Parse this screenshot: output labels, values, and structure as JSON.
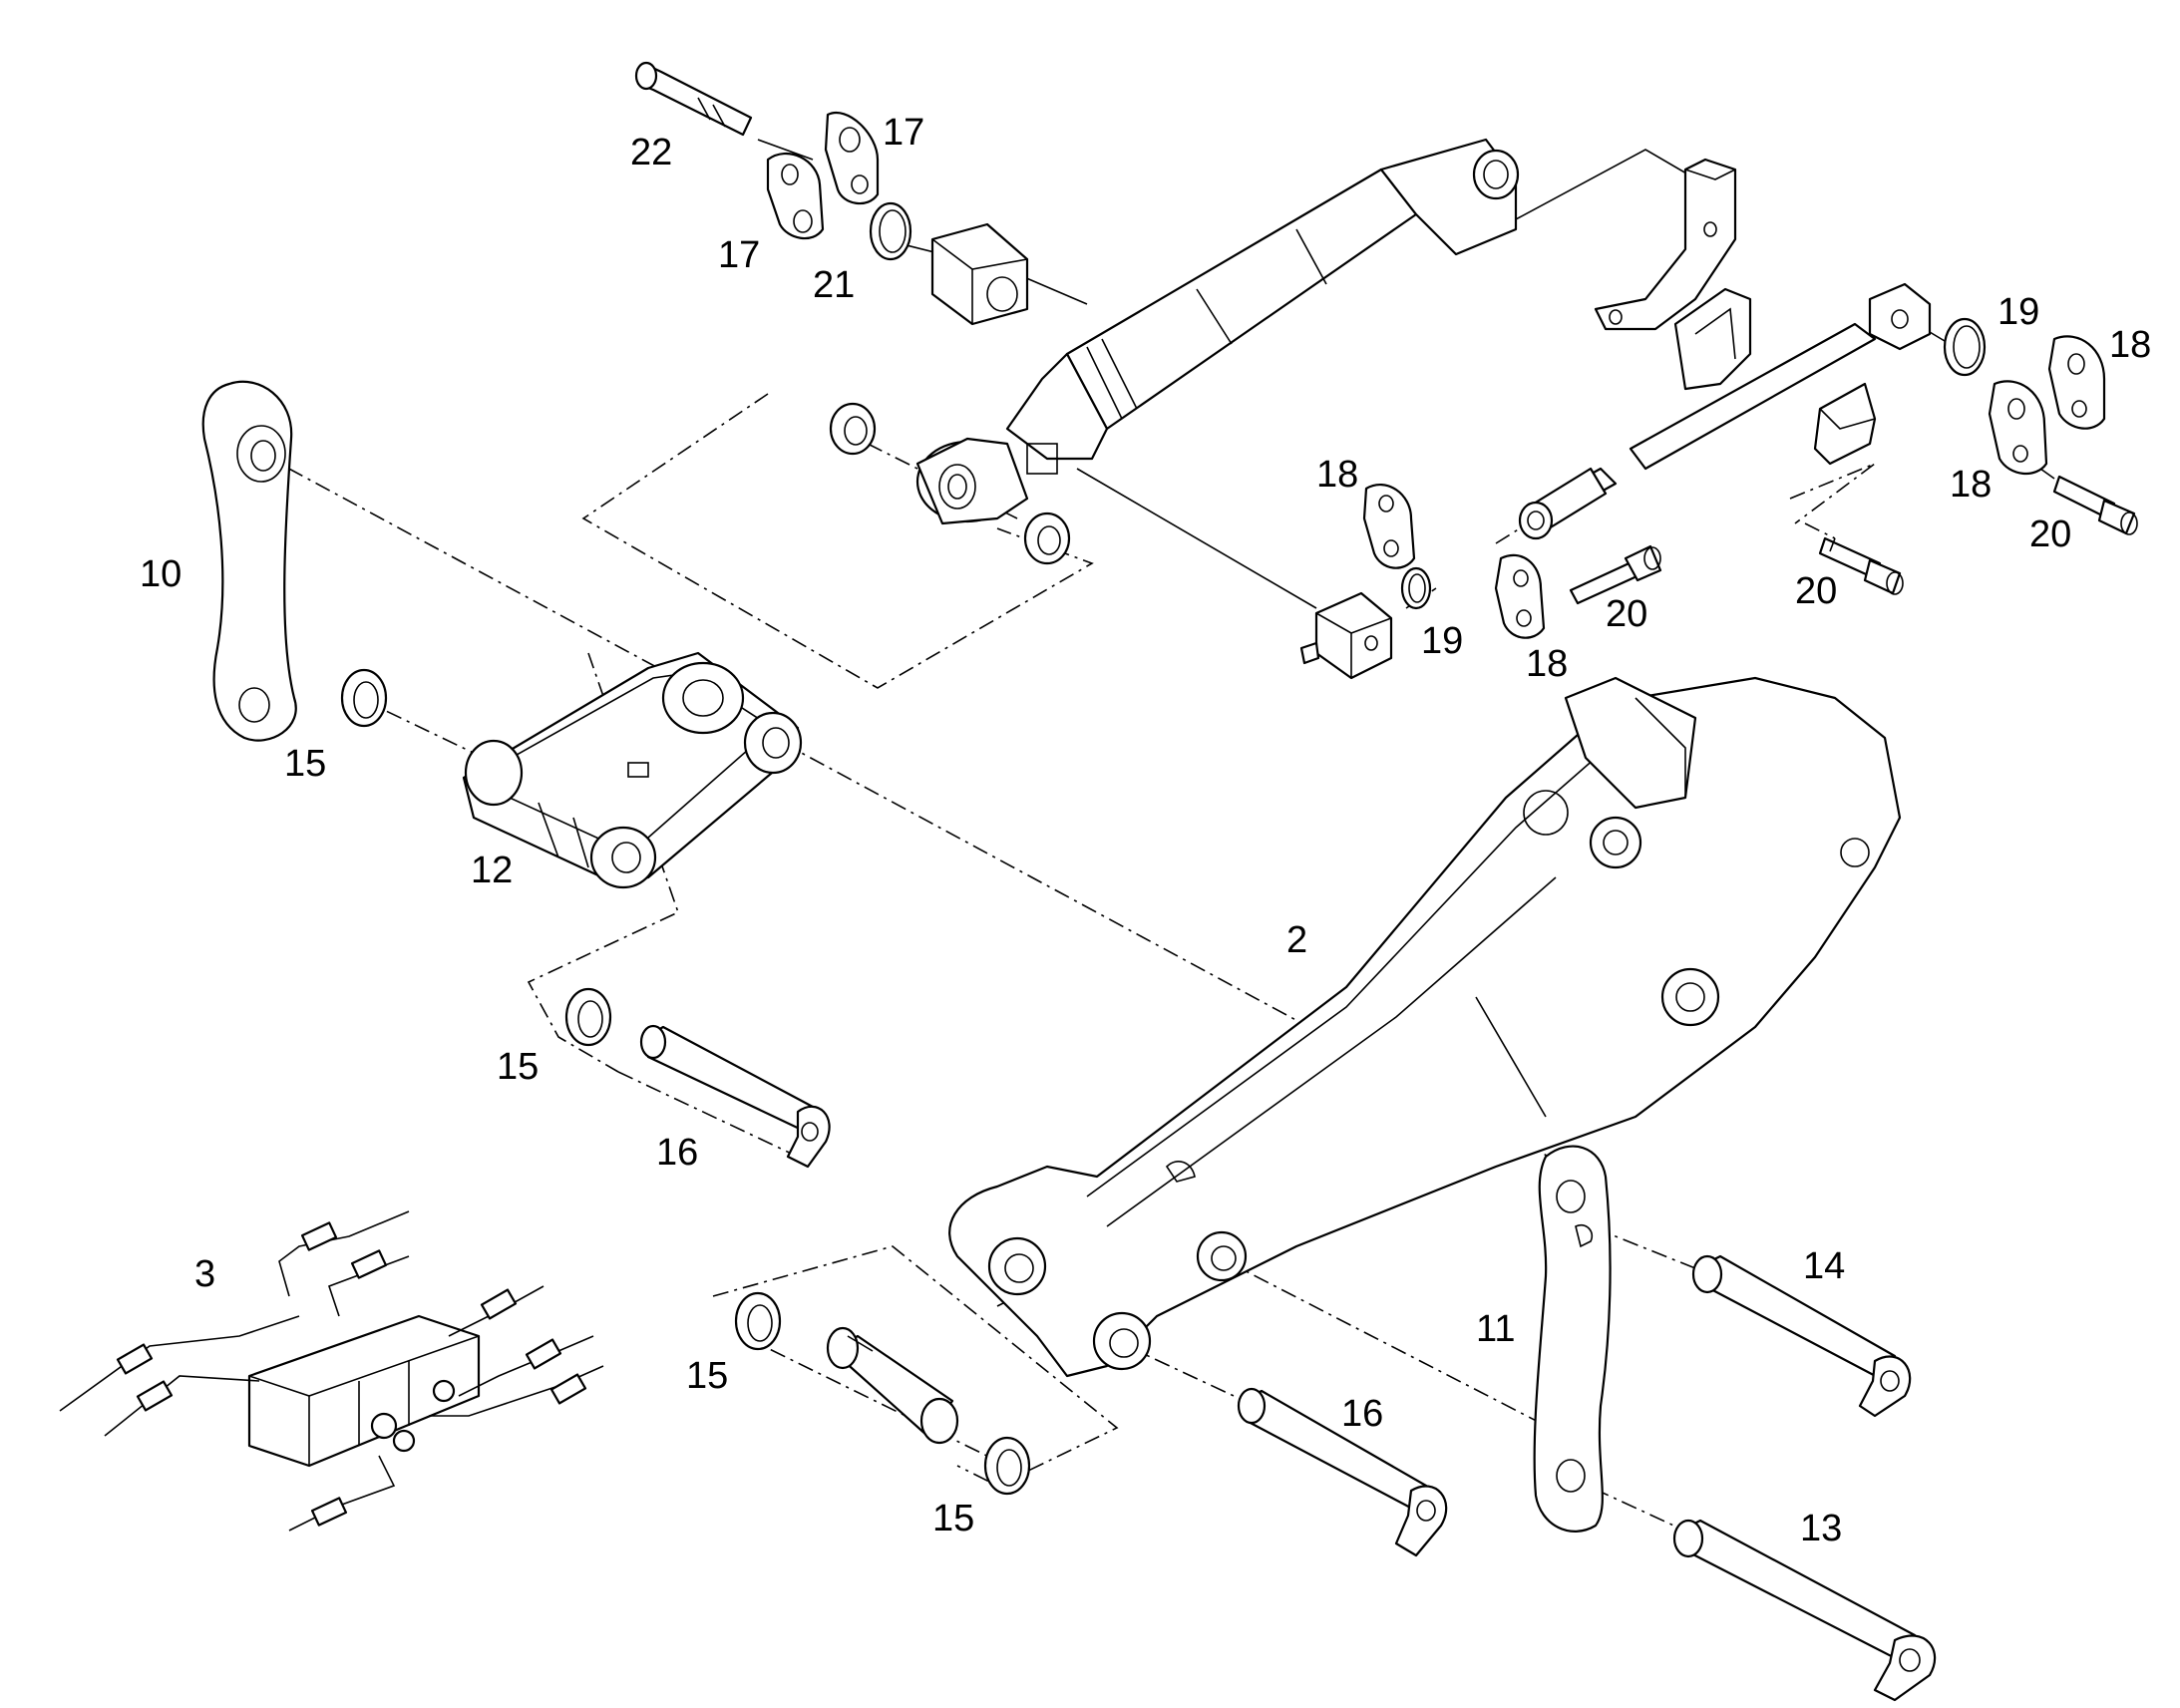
{
  "callouts": {
    "c2": "2",
    "c3": "3",
    "c10": "10",
    "c11": "11",
    "c12": "12",
    "c13": "13",
    "c14": "14",
    "c15a": "15",
    "c15b": "15",
    "c15c": "15",
    "c15d": "15",
    "c16a": "16",
    "c16b": "16",
    "c17a": "17",
    "c17b": "17",
    "c18a": "18",
    "c18b": "18",
    "c18c": "18",
    "c18d": "18",
    "c19a": "19",
    "c19b": "19",
    "c20a": "20",
    "c20b": "20",
    "c20c": "20",
    "c21": "21",
    "c22": "22"
  },
  "colors": {
    "ink": "#000000",
    "paper": "#ffffff"
  }
}
